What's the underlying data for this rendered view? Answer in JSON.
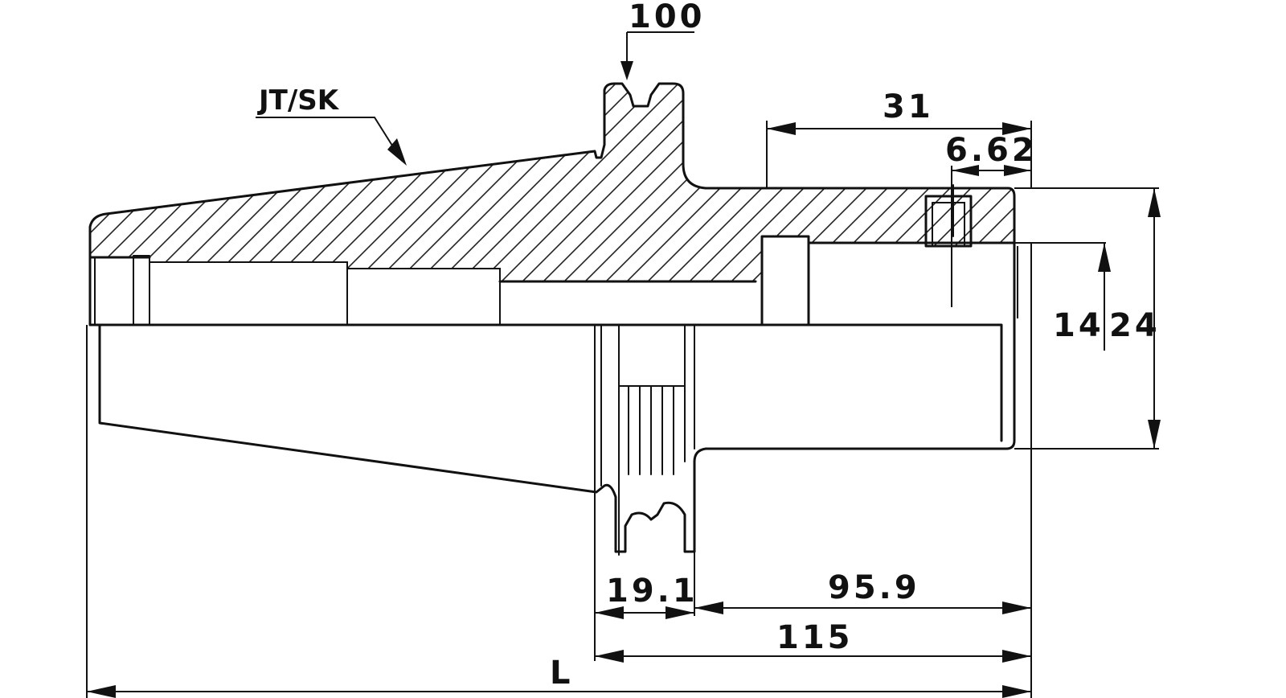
{
  "diagram": {
    "taper_label": "JT/SK",
    "dimensions": {
      "flange_diameter": "100",
      "bore_depth": "31",
      "slot_width": "6.62",
      "inner_diameter": "14",
      "outer_diameter": "24",
      "flange_width": "19.1",
      "shank_length": "95.9",
      "gauge_length": "115",
      "overall_length": "L"
    }
  }
}
